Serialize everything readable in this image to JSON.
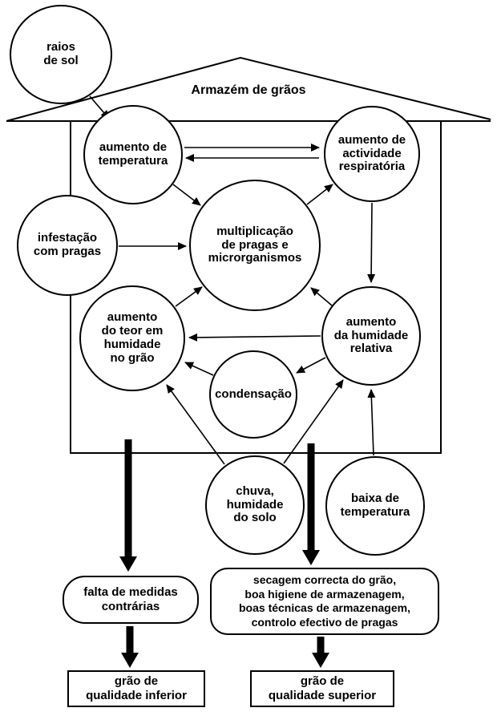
{
  "house": {
    "label": "Armazém de grãos"
  },
  "nodes": {
    "raios_de_sol": "raios\nde sol",
    "aumento_temperatura": "aumento de\ntemperatura",
    "actividade_respiratoria": "aumento de\nactividade\nrespiratória",
    "multiplicacao": "multiplicação\nde pragas e\nmicrorganismos",
    "infestacao": "infestação\ncom pragas",
    "teor_humidade": "aumento\ndo teor em\nhumidade\nno grão",
    "humidade_relativa": "aumento\nda humidade\nrelativa",
    "condensacao": "condensação",
    "chuva": "chuva,\nhumidade\ndo solo",
    "baixa_temperatura": "baixa de\ntemperatura"
  },
  "boxes": {
    "falta_medidas": "falta de medidas\ncontrárias",
    "boas_praticas": "secagem correcta do grão,\nboa higiene de armazenagem,\nboas técnicas de armazenagem,\ncontrolo efectivo de pragas",
    "grao_inferior": "grão de\nqualidade inferior",
    "grao_superior": "grão de\nqualidade superior"
  },
  "colors": {
    "line": "#000000",
    "background": "#ffffff"
  }
}
